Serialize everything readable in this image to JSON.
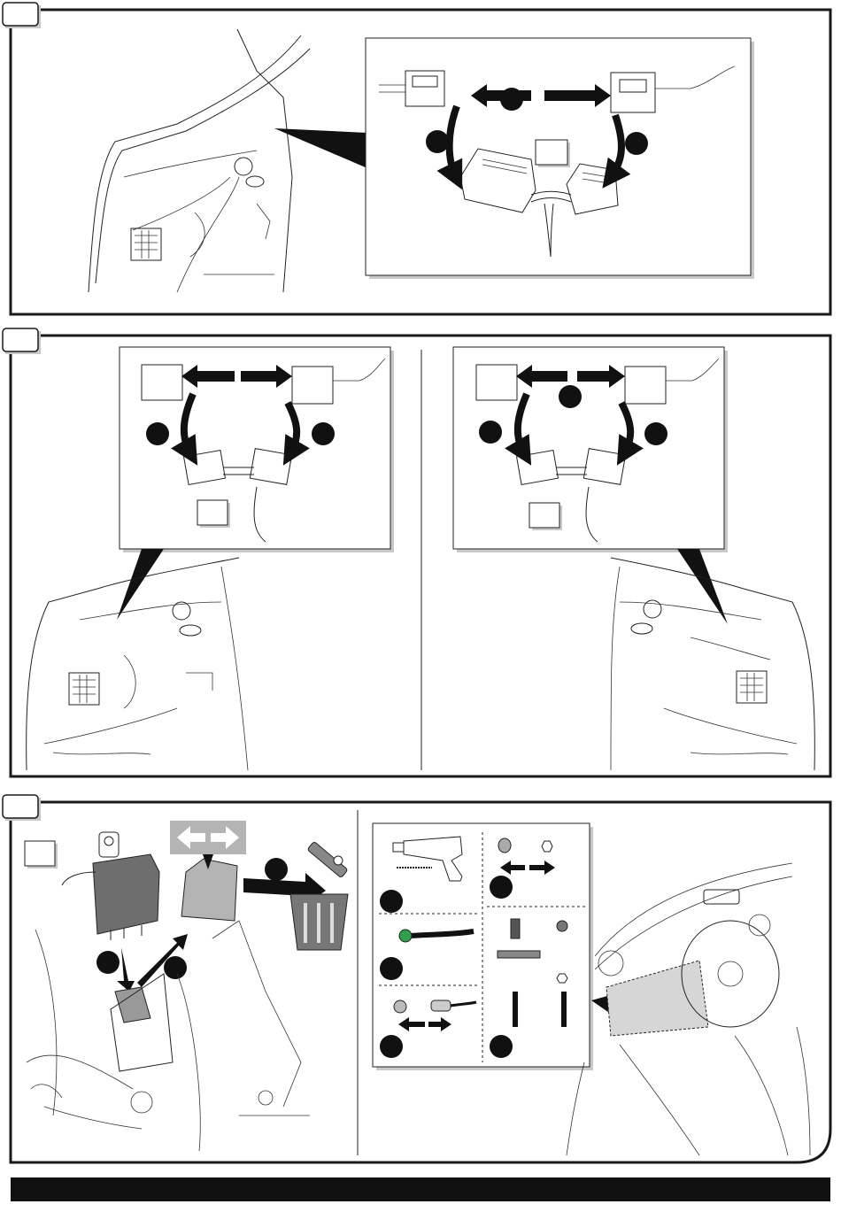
{
  "document": {
    "steps": [
      {
        "id": "step-1",
        "label": ""
      },
      {
        "id": "step-2",
        "label": ""
      },
      {
        "id": "step-3",
        "label": ""
      }
    ],
    "footer": {
      "text": ""
    }
  },
  "colors": {
    "frame": "#1a1a1a",
    "inset_shadow": "#c8c8c8",
    "relay_dark": "#6e6e6e",
    "relay_light": "#b4b4b4",
    "highlight_panel": "#d6d6d6",
    "led_green": "#2fa04a",
    "footer_bar": "#111111"
  },
  "icons": [
    "connector-icon",
    "double-arrow-icon",
    "bullet-marker-icon",
    "relay-icon",
    "trash-bin-icon",
    "drill-icon",
    "led-indicator-icon",
    "bolt-icon",
    "nut-icon"
  ]
}
